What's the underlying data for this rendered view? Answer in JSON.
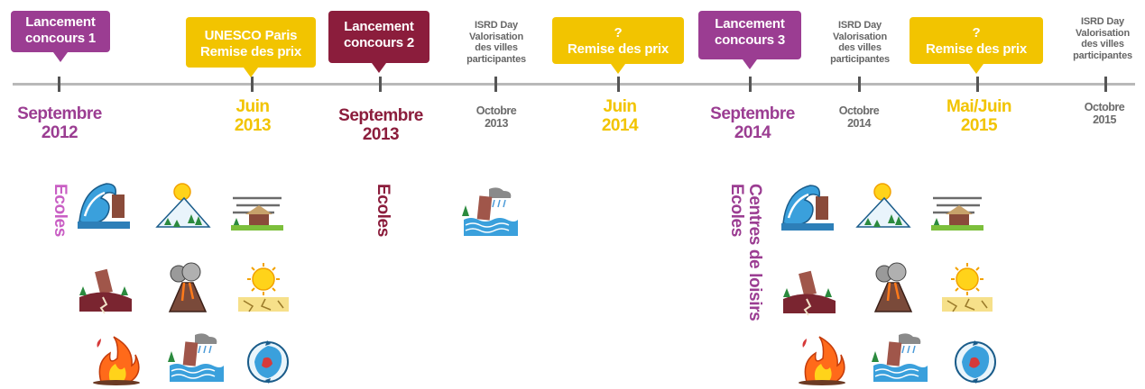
{
  "colors": {
    "purple": "#9b3d92",
    "maroon": "#8b1d3c",
    "yellow": "#f2c400",
    "gray_text": "#6b6b6b",
    "light_purple": "#c95fc4",
    "line": "#b9b9b9"
  },
  "events": [
    {
      "callout": [
        "Lancement",
        "concours 1"
      ],
      "callout_color": "purple",
      "date": [
        "Septembre",
        "2012"
      ],
      "date_color": "purple"
    },
    {
      "callout": [
        "UNESCO Paris",
        "Remise des prix"
      ],
      "callout_color": "yellow",
      "date": [
        "Juin",
        "2013"
      ],
      "date_color": "yellow"
    },
    {
      "callout": [
        "Lancement",
        "concours 2"
      ],
      "callout_color": "maroon",
      "date": [
        "Septembre",
        "2013"
      ],
      "date_color": "maroon"
    },
    {
      "label": [
        "ISRD Day",
        "Valorisation",
        "des villes",
        "participantes"
      ],
      "date": [
        "Octobre",
        "2013"
      ],
      "date_color": "gray_text"
    },
    {
      "callout": [
        "?",
        "Remise des prix"
      ],
      "callout_color": "yellow",
      "date": [
        "Juin",
        "2014"
      ],
      "date_color": "yellow"
    },
    {
      "callout": [
        "Lancement",
        "concours 3"
      ],
      "callout_color": "purple",
      "date": [
        "Septembre",
        "2014"
      ],
      "date_color": "purple"
    },
    {
      "label": [
        "ISRD Day",
        "Valorisation",
        "des villes",
        "participantes"
      ],
      "date": [
        "Octobre",
        "2014"
      ],
      "date_color": "gray_text"
    },
    {
      "callout": [
        "?",
        "Remise des prix"
      ],
      "callout_color": "yellow",
      "date": [
        "Mai/Juin",
        "2015"
      ],
      "date_color": "yellow"
    },
    {
      "label": [
        "ISRD Day",
        "Valorisation",
        "des villes",
        "participantes"
      ],
      "date": [
        "Octobre",
        "2015"
      ],
      "date_color": "gray_text"
    }
  ],
  "audiences": {
    "ecoles_1": "Ecoles",
    "ecoles_2": "Ecoles",
    "ecoles_3": [
      "Centres de loisirs",
      "Ecoles"
    ]
  },
  "hazard_icons": [
    "tsunami-icon",
    "avalanche-icon",
    "storm-icon",
    "earthquake-icon",
    "volcano-icon",
    "drought-icon",
    "wildfire-icon",
    "flood-icon",
    "cyclone-icon"
  ],
  "flood_icon": "flood-icon"
}
